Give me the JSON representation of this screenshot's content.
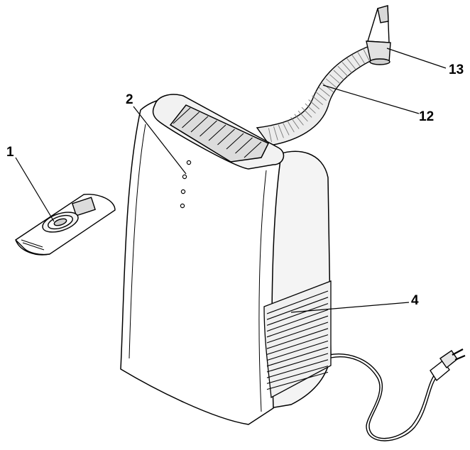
{
  "diagram": {
    "callouts": [
      {
        "id": "remote-control",
        "number": "1"
      },
      {
        "id": "control-panel",
        "number": "2"
      },
      {
        "id": "rear-air-grille",
        "number": "4"
      },
      {
        "id": "exhaust-hose",
        "number": "12"
      },
      {
        "id": "hose-nozzle",
        "number": "13"
      }
    ],
    "colors": {
      "stroke": "#000000",
      "fill": "#ffffff",
      "shade": "#e6e6e6",
      "dark": "#bdbdbd"
    }
  }
}
